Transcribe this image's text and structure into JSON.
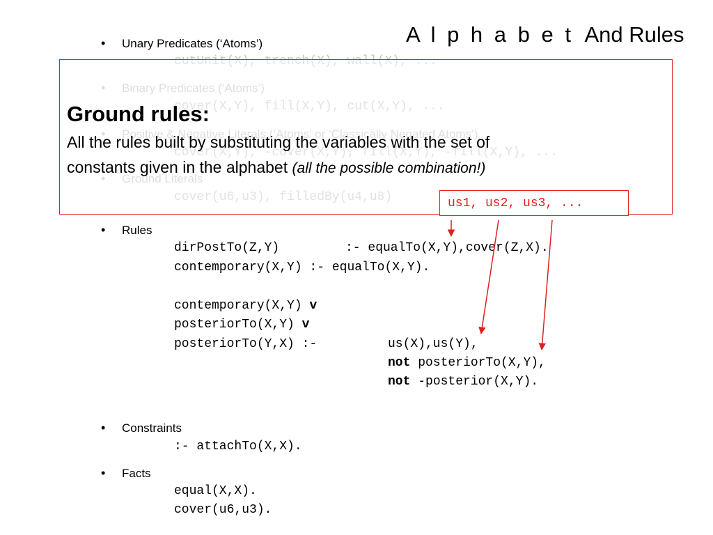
{
  "title": {
    "spaced": "A l p h a b e t",
    "rest": "And Rules"
  },
  "bullets": {
    "unary": {
      "label": "Unary Predicates (‘Atoms’)",
      "code": "cutUnit(X), trench(X), wall(X), ..."
    },
    "binary": {
      "label": "Binary Predicates (‘Atoms’)",
      "code": "cover(X,Y), fill(X,Y), cut(X,Y), ..."
    },
    "literals": {
      "label": "Positive & Negative Literals (‘Atoms’ or ‘Classically Negated Atoms’)",
      "code": "cover(X,Y), -cover(X,Y), fill(X,Y), -fill(X,Y), ..."
    },
    "ground": {
      "label": "Ground Literals",
      "code": "cover(u6,u3), filledBy(u4,u8)"
    },
    "rules": {
      "label": "Rules",
      "line1a": "dirPostTo(Z,Y)",
      "line1b": ":- equalTo(X,Y),cover(Z,X).",
      "line2": "contemporary(X,Y) :- equalTo(X,Y).",
      "line3": "contemporary(X,Y)",
      "line4": "posteriorTo(X,Y)",
      "or_kw": "v",
      "line5a": "posteriorTo(Y,X) :-",
      "line5b": "us(X),us(Y),",
      "not_kw": "not",
      "line6": "posteriorTo(X,Y),",
      "line7": "-posterior(X,Y)."
    },
    "constraints": {
      "label": "Constraints",
      "code": ":- attachTo(X,X)."
    },
    "facts": {
      "label": "Facts",
      "code1": "equal(X,X).",
      "code2": "cover(u6,u3)."
    }
  },
  "overlay": {
    "heading": "Ground rules:",
    "line1": "All the rules built by substituting the variables with the set of",
    "line2": "constants given in the alphabet",
    "italic": "(all the possible combination!)"
  },
  "callout": "us1, us2, us3, ...",
  "colors": {
    "accent": "#e02020"
  }
}
